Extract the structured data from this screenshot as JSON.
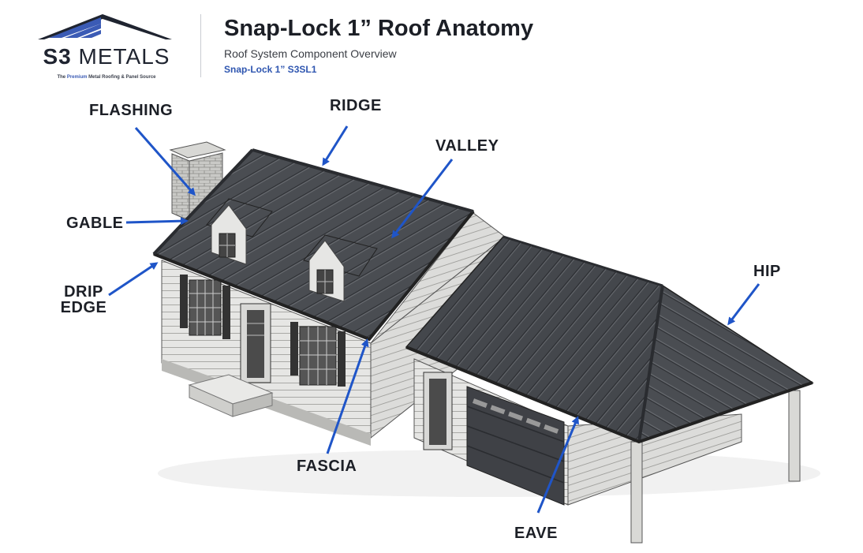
{
  "header": {
    "logo": {
      "mark": "S3",
      "name": "METALS",
      "tagline_pre": "The ",
      "tagline_em": "Premium",
      "tagline_post": " Metal Roofing & Panel Source"
    },
    "title": "Snap-Lock 1” Roof Anatomy",
    "subtitle": "Roof System Component Overview",
    "model": "Snap-Lock 1” S3SL1"
  },
  "callouts": {
    "flashing": "FLASHING",
    "ridge": "RIDGE",
    "valley": "VALLEY",
    "gable": "GABLE",
    "drip_edge_1": "DRIP",
    "drip_edge_2": "EDGE",
    "hip": "HIP",
    "fascia": "FASCIA",
    "eave": "EAVE"
  },
  "colors": {
    "accent": "#2f56b0",
    "arrow": "#1f55c8",
    "roof": "#4a4d52",
    "roof_dark": "#35383c",
    "siding": "#e4e4e2"
  }
}
